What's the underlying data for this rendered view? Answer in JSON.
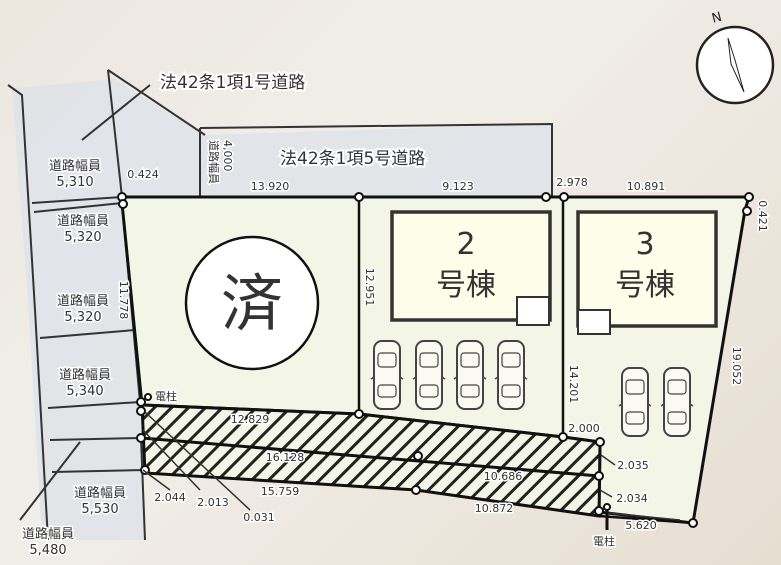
{
  "roads": {
    "road_1": "法42条1項1号道路",
    "road_5": "法42条1項5号道路",
    "road_width_top": {
      "label": "道路幅員",
      "value": "4,000"
    }
  },
  "road_widths": [
    {
      "label": "道路幅員",
      "value": "5,310"
    },
    {
      "label": "道路幅員",
      "value": "5,320"
    },
    {
      "label": "道路幅員",
      "value": "5,320"
    },
    {
      "label": "道路幅員",
      "value": "5,340"
    },
    {
      "label": "道路幅員",
      "value": "5,530"
    },
    {
      "label": "道路幅員",
      "value": "5,480"
    }
  ],
  "lots": {
    "lot1": {
      "status": "済"
    },
    "lot2": {
      "number": "2",
      "suffix": "号棟"
    },
    "lot3": {
      "number": "3",
      "suffix": "号棟"
    }
  },
  "dimensions": {
    "d0424": "0.424",
    "d13920": "13.920",
    "d9123": "9.123",
    "d2978": "2.978",
    "d10891": "10.891",
    "d0421": "0.421",
    "d19052": "19.052",
    "d12951": "12.951",
    "d14201": "14.201",
    "d11778": "11.778",
    "d12829": "12.829",
    "d16128": "16.128",
    "d15759": "15.759",
    "d10686": "10.686",
    "d10872": "10.872",
    "d2000": "2.000",
    "d2035": "2.035",
    "d2034": "2.034",
    "d5620": "5.620",
    "d2044": "2.044",
    "d2013": "2.013",
    "d0031": "0.031"
  },
  "poles": {
    "left": "電柱",
    "right": "電柱"
  },
  "compass": {
    "north": "N"
  }
}
